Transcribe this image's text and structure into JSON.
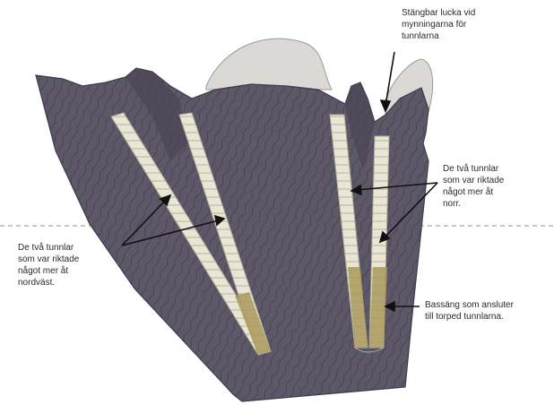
{
  "annotations": {
    "hatch": {
      "lines": [
        "Stängbar lucka vid",
        "mynningarna för",
        "tunnlarna"
      ]
    },
    "north_tunnels": {
      "lines": [
        "De två tunnlar",
        "som var riktade",
        "något mer åt",
        "norr."
      ]
    },
    "northwest_tunnels": {
      "lines": [
        "De två tunnlar",
        "som var riktade",
        "något mer åt",
        "nordväst."
      ]
    },
    "basin": {
      "lines": [
        "Bassäng som ansluter",
        "till torped tunnlarna."
      ]
    }
  },
  "colors": {
    "rock": "#5d5867",
    "rock_dark": "#3f3b4a",
    "rock_vein": "#2f2c38",
    "snow": "#dad9d6",
    "tunnel": "#e9e6d6",
    "water": "#a9995a",
    "arrow": "#111111"
  }
}
